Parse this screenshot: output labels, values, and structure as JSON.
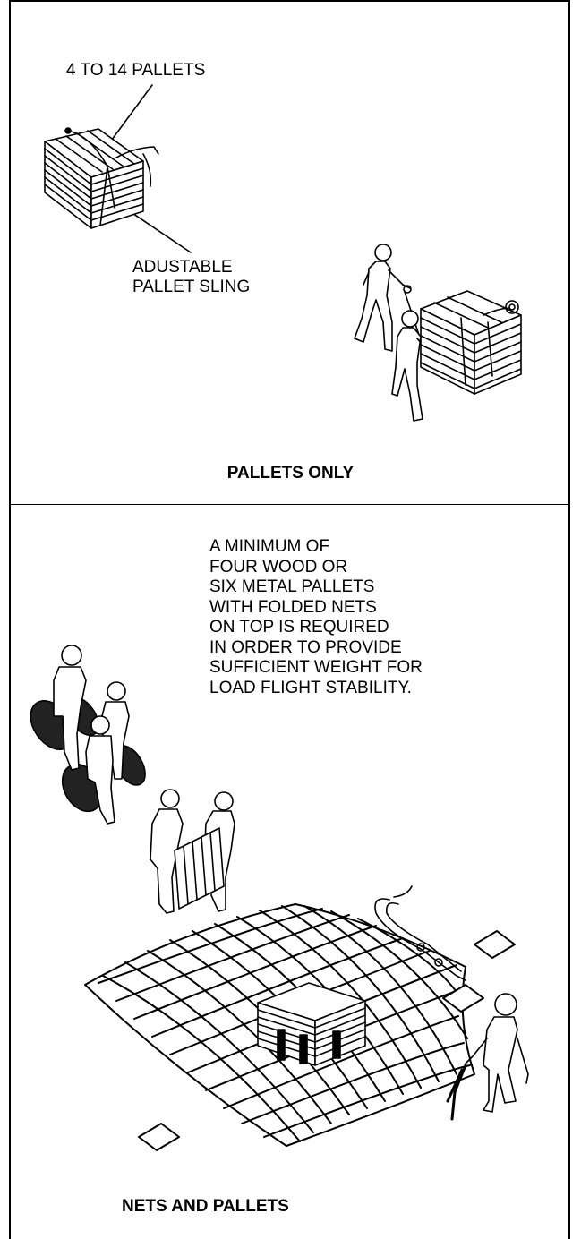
{
  "top_panel": {
    "pallets_label": "4 TO 14 PALLETS",
    "sling_label_line1": "ADUSTABLE",
    "sling_label_line2": "PALLET SLING",
    "title": "PALLETS ONLY"
  },
  "bottom_panel": {
    "note_lines": [
      "A MINIMUM OF",
      "FOUR WOOD OR",
      "SIX METAL PALLETS",
      "WITH FOLDED NETS",
      "ON TOP IS REQUIRED",
      "IN ORDER TO PROVIDE",
      "SUFFICIENT WEIGHT FOR",
      "LOAD FLIGHT STABILITY."
    ],
    "title": "NETS AND PALLETS"
  }
}
